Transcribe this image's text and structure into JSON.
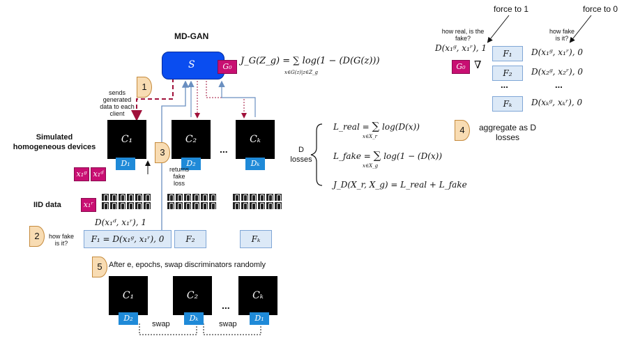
{
  "title": "MD-GAN",
  "server": {
    "label": "S",
    "gen": "G₀"
  },
  "gen_loss": "J_G(Z_g) = ∑ log(1 − (D(G(z)))",
  "gen_loss_sub": "x∈G(z)|z∈Z_g",
  "sends_text": [
    "sends",
    "generated",
    "data to each",
    "client"
  ],
  "returns_text": [
    "returns",
    "fake",
    "loss"
  ],
  "howfake_left": [
    "how fake",
    "is it?"
  ],
  "sim_label": [
    "Simulated",
    "homogeneous devices"
  ],
  "iid_label": "IID data",
  "clients_top": [
    {
      "c": "C₁",
      "d": "D₁"
    },
    {
      "c": "C₂",
      "d": "D₂"
    },
    {
      "c": "Cₖ",
      "d": "Dₖ"
    }
  ],
  "ellipsis": "...",
  "xg": "x₁ᵍ",
  "xd": "x₁ᵈ",
  "xr": "x₁ʳ",
  "d_real": "D(x₁ᵈ, x₁ʳ), 1",
  "f_boxes": [
    "F₁ = D(x₁ᵍ, x₁ʳ), 0",
    "F₂",
    "Fₖ"
  ],
  "badges": [
    "1",
    "2",
    "3",
    "4",
    "5"
  ],
  "d_losses_label": [
    "D",
    "losses"
  ],
  "losses": [
    {
      "lhs": "L_real =",
      "sum": "∑",
      "body": "log(D(x))",
      "sub": "x∈X_r"
    },
    {
      "lhs": "L_fake =",
      "sum": "∑",
      "body": "log(1 − (D(x))",
      "sub": "x∈X_g"
    },
    {
      "lhs": "J_D(X_r, X_g) = L_real + L_fake",
      "sum": "",
      "body": "",
      "sub": ""
    }
  ],
  "step5": "After e, epochs, swap discriminators randomly",
  "clients_bottom": [
    {
      "c": "C₁",
      "d": "D₂"
    },
    {
      "c": "C₂",
      "d": "Dₖ"
    },
    {
      "c": "Cₖ",
      "d": "D₁"
    }
  ],
  "swap": "swap",
  "right": {
    "force1": "force to 1",
    "force0": "force to 0",
    "howreal": [
      "how real, is the",
      "fake?"
    ],
    "howfake": [
      "how fake",
      "is it?"
    ],
    "real_expr": "D(x₁ᵍ, x₁ʳ), 1",
    "g0": "G₀",
    "nabla": "∇",
    "f_items": [
      "F₁",
      "F₂",
      "...",
      "Fₖ"
    ],
    "d_items": [
      "D(x₁ᵍ, x₁ʳ), 0",
      "D(x₂ᵍ, x₂ʳ), 0",
      "...",
      "D(xₖᵍ, xₖʳ), 0"
    ],
    "aggregate": [
      "aggregate as D",
      "losses"
    ]
  },
  "colors": {
    "server": "#0a4df0",
    "gen": "#c80f72",
    "dtag": "#1f8ad8",
    "fbox": "#dce9f7",
    "badge": "#f8dcb3"
  }
}
